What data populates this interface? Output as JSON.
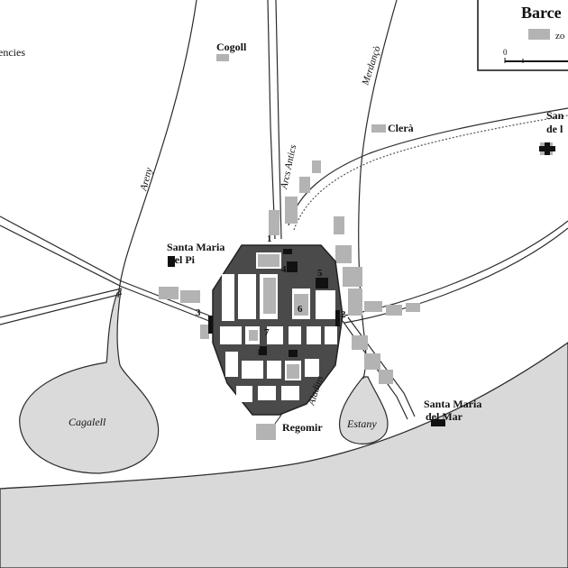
{
  "map": {
    "legend": {
      "title": "Barce",
      "zone_label": "zo",
      "scale_zero": "0"
    },
    "places": {
      "cogoll": "Cogoll",
      "clera": "Clerà",
      "valencies": "encies",
      "sant_a": "San",
      "sant_b": "de l",
      "santa_maria_pi_1": "Santa Maria",
      "santa_maria_pi_2": "del Pi",
      "santa_maria_mar_1": "Santa Maria",
      "santa_maria_mar_2": "del Mar",
      "regomir": "Regomir"
    },
    "streams": {
      "areny": "Areny",
      "merdanco": "Merdançò",
      "aiadins": "Aiadins"
    },
    "roads": {
      "arcs_antics": "Arcs Antics"
    },
    "water": {
      "cagalell": "Cagalell",
      "estany": "Estany"
    },
    "markers": [
      "1",
      "2",
      "3",
      "4",
      "5",
      "6",
      "7",
      "8"
    ],
    "colors": {
      "sea": "#d9d9d9",
      "built_zone": "#b3b3b3",
      "line": "#2b2b2b",
      "landmark": "#111111"
    }
  }
}
